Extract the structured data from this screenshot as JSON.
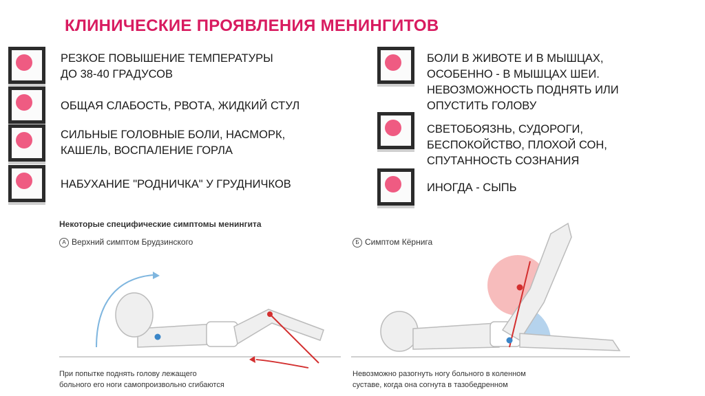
{
  "title": "КЛИНИЧЕСКИЕ ПРОЯВЛЕНИЯ МЕНИНГИТОВ",
  "left_items": [
    "РЕЗКОЕ ПОВЫШЕНИЕ ТЕМПЕРАТУРЫ\nДО 38-40 ГРАДУСОВ",
    "ОБЩАЯ СЛАБОСТЬ, РВОТА, ЖИДКИЙ СТУЛ",
    "СИЛЬНЫЕ ГОЛОВНЫЕ БОЛИ, НАСМОРК,\nКАШЕЛЬ, ВОСПАЛЕНИЕ ГОРЛА",
    "НАБУХАНИЕ \"РОДНИЧКА\" У ГРУДНИЧКОВ"
  ],
  "right_items": [
    "БОЛИ В ЖИВОТЕ И В МЫШЦАХ,\nОСОБЕННО - В МЫШЦАХ ШЕИ.\nНЕВОЗМОЖНОСТЬ ПОДНЯТЬ ИЛИ\nОПУСТИТЬ ГОЛОВУ",
    "СВЕТОБОЯЗНЬ, СУДОРОГИ,\nБЕСПОКОЙСТВО, ПЛОХОЙ СОН,\nСПУТАННОСТЬ СОЗНАНИЯ",
    "ИНОГДА - СЫПЬ"
  ],
  "figure": {
    "title": "Некоторые специфические симптомы менингита",
    "label_a_letter": "А",
    "label_a": "Верхний симптом Брудзинского",
    "label_b_letter": "Б",
    "label_b": "Симптом Кёрнига",
    "caption_a": "При попытке поднять голову лежащего\nбольного его ноги самопроизвольно сгибаются",
    "caption_b": "Невозможно разогнуть ногу больного в коленном\nсуставе, когда она согнута в тазобедренном"
  },
  "colors": {
    "title": "#d81b60",
    "bullet_dot": "#ef5b82",
    "bullet_frame": "#2b2b2b",
    "accent_red": "#d32f2f",
    "accent_blue": "#3a86c8"
  }
}
